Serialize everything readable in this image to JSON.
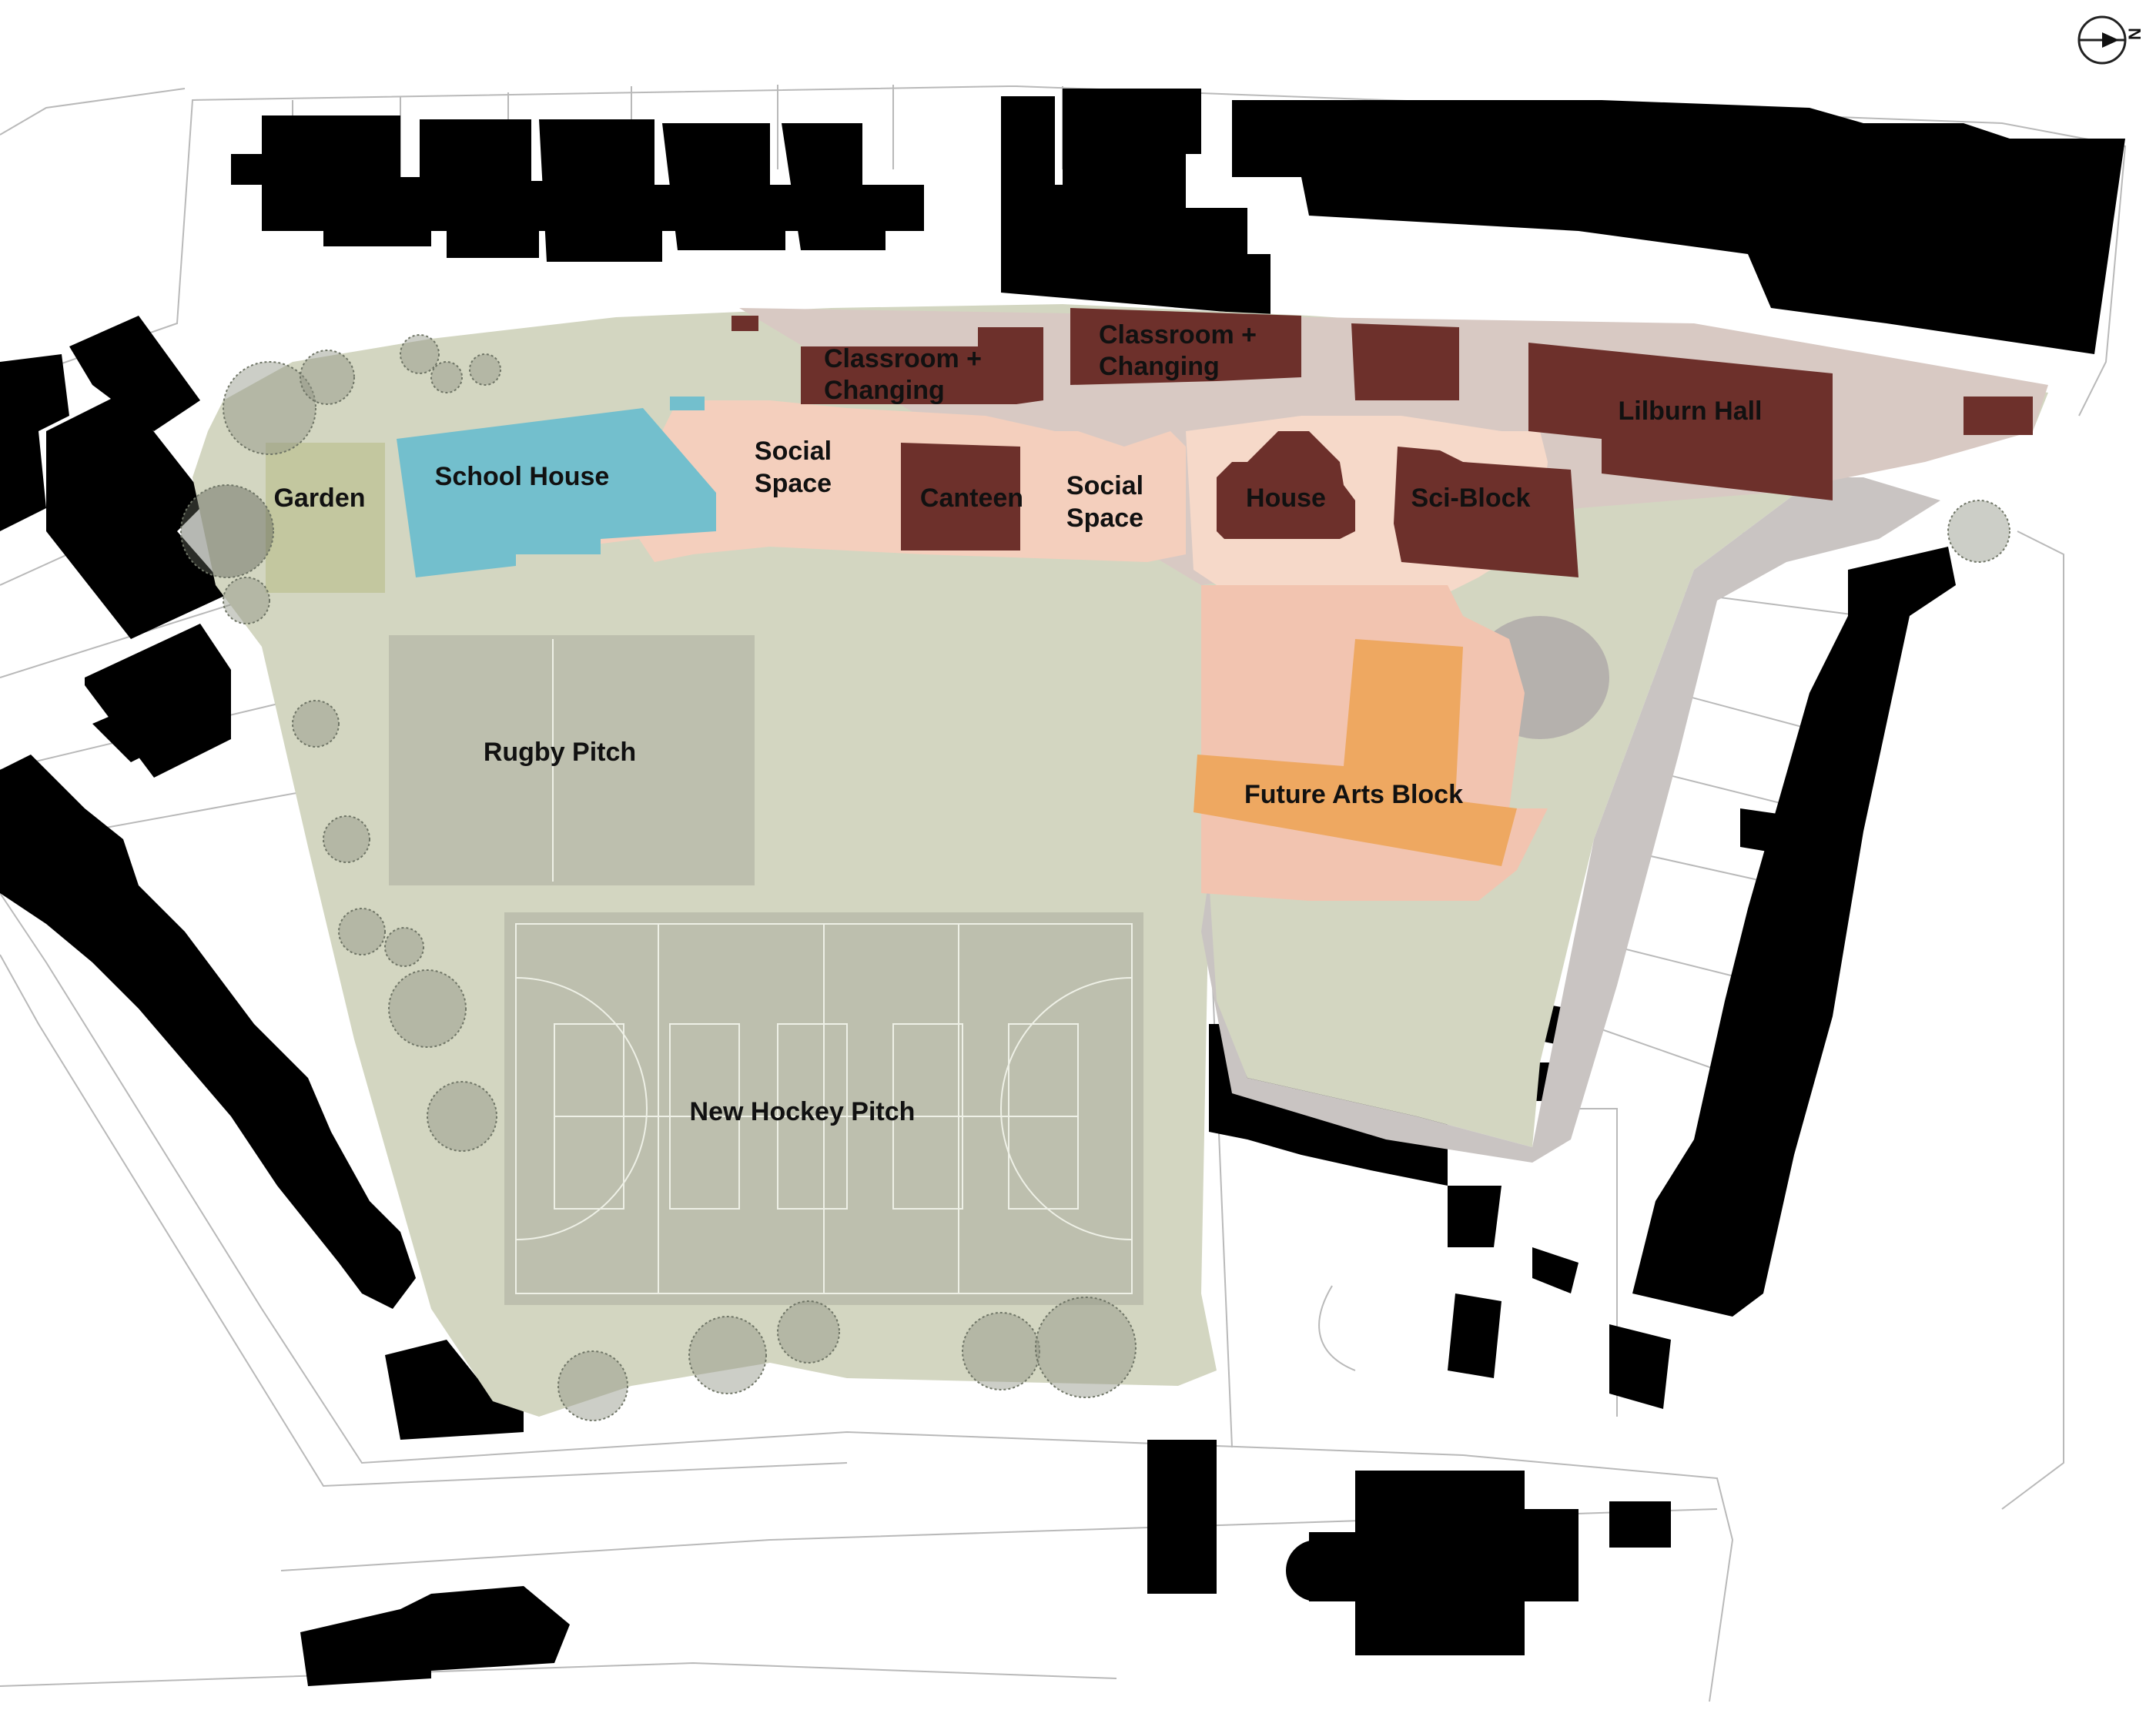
{
  "map": {
    "labels": {
      "garden": "Garden",
      "school_house": "School House",
      "social_space_1a": "Social",
      "social_space_1b": "Space",
      "classroom_1a": "Classroom +",
      "classroom_1b": "Changing",
      "classroom_2a": "Classroom +",
      "classroom_2b": "Changing",
      "canteen": "Canteen",
      "social_space_2a": "Social",
      "social_space_2b": "Space",
      "house": "House",
      "sci_block": "Sci-Block",
      "lilburn_hall": "Lilburn Hall",
      "rugby_pitch": "Rugby Pitch",
      "new_hockey_pitch": "New Hockey Pitch",
      "future_arts_block": "Future Arts Block"
    },
    "compass": {
      "north_label": "N"
    },
    "colors": {
      "grounds": "#d3d6c1",
      "pitch": "#bdbfae",
      "garden": "#c3c79f",
      "school_house": "#73bfcd",
      "existing_building": "#6d302b",
      "social_space": "#f4cfbd",
      "future_arts_block": "#eea861",
      "hard_landscape": "#c9c4c2",
      "neighbor_building": "#000000",
      "road_line": "#b9b9b9"
    }
  }
}
